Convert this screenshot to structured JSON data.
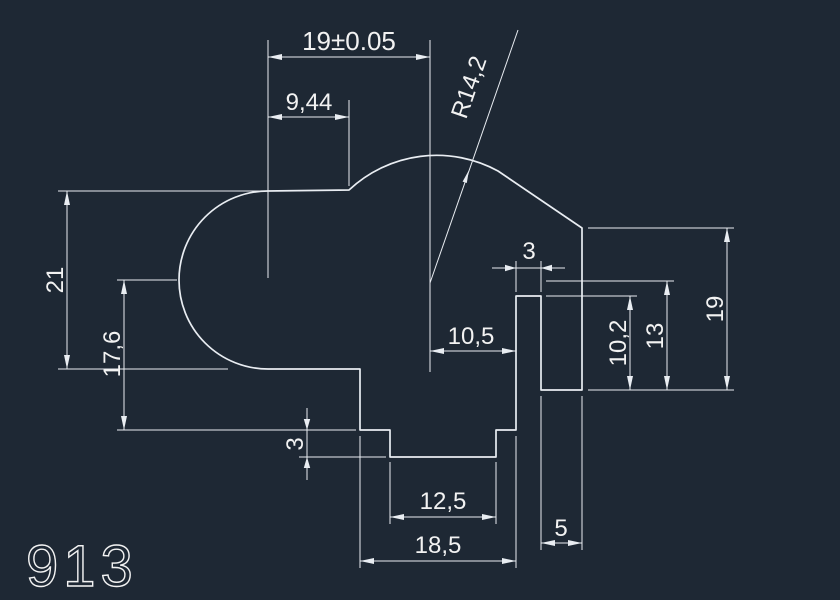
{
  "colors": {
    "background": "#1e2834",
    "line": "#e9edf2",
    "text": "#f2f2f2"
  },
  "part_number": "913",
  "dims": {
    "top_width": "19±0.05",
    "top_offset": "9,44",
    "radius": "R14,2",
    "left_height": "21",
    "left_inner_height": "17,6",
    "step_left": "3",
    "center_to_slot": "10,5",
    "slot_width": "3",
    "slot_depth": "10,2",
    "slot_height": "13",
    "right_height": "19",
    "notch_width": "12,5",
    "bottom_width": "18,5",
    "leg_width": "5"
  }
}
